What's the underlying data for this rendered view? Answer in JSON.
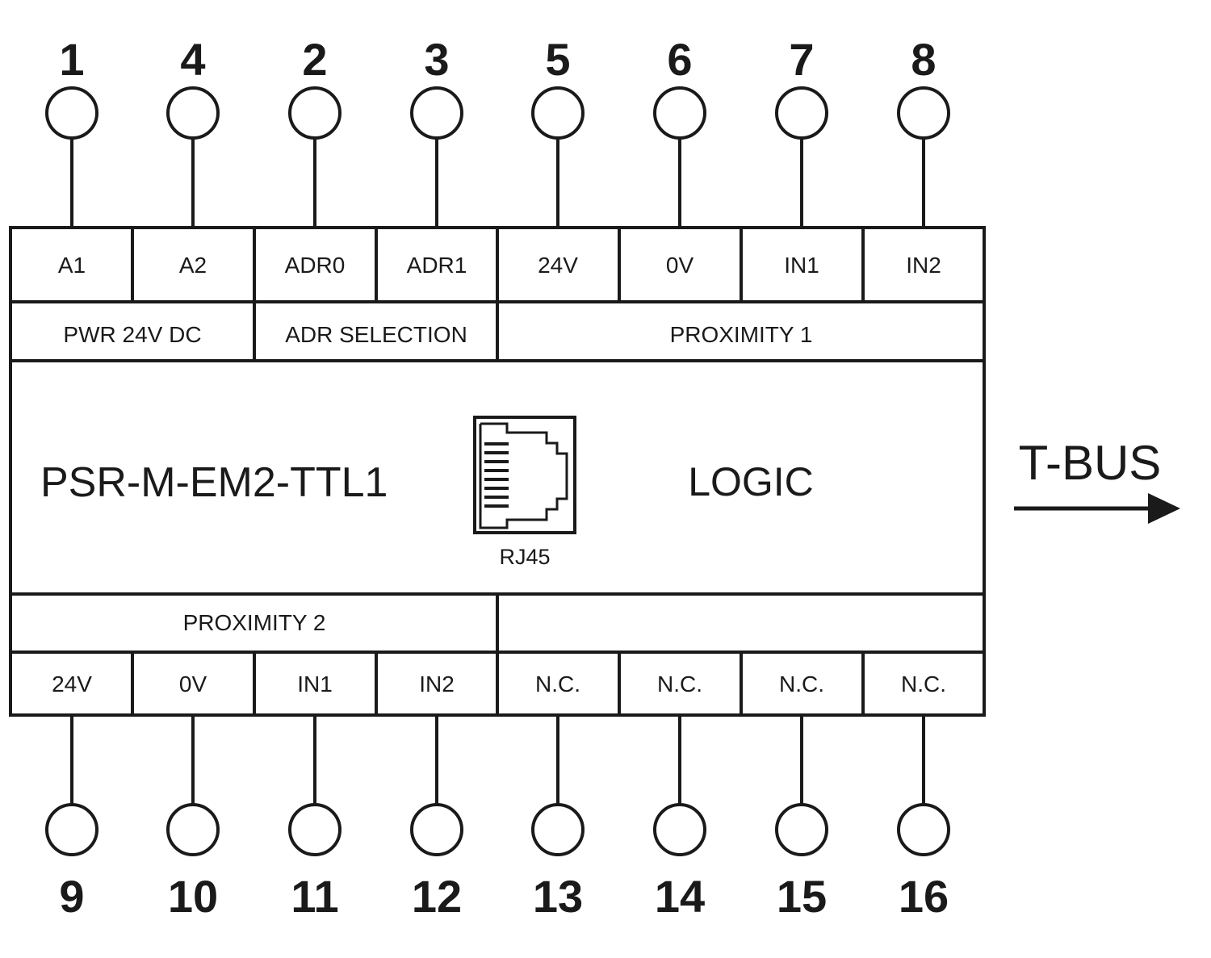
{
  "top_terminals": [
    {
      "number": "1",
      "label": "A1"
    },
    {
      "number": "4",
      "label": "A2"
    },
    {
      "number": "2",
      "label": "ADR0"
    },
    {
      "number": "3",
      "label": "ADR1"
    },
    {
      "number": "5",
      "label": "24V"
    },
    {
      "number": "6",
      "label": "0V"
    },
    {
      "number": "7",
      "label": "IN1"
    },
    {
      "number": "8",
      "label": "IN2"
    }
  ],
  "top_groups": [
    {
      "label": "PWR 24V DC",
      "span": 2
    },
    {
      "label": "ADR SELECTION",
      "span": 2
    },
    {
      "label": "PROXIMITY 1",
      "span": 4
    }
  ],
  "module": {
    "name": "PSR-M-EM2-TTL1",
    "connector_label": "RJ45",
    "logic_label": "LOGIC"
  },
  "bottom_groups": [
    {
      "label": "PROXIMITY 2",
      "span": 4
    },
    {
      "label": "",
      "span": 4
    }
  ],
  "bottom_terminals": [
    {
      "number": "9",
      "label": "24V"
    },
    {
      "number": "10",
      "label": "0V"
    },
    {
      "number": "11",
      "label": "IN1"
    },
    {
      "number": "12",
      "label": "IN2"
    },
    {
      "number": "13",
      "label": "N.C."
    },
    {
      "number": "14",
      "label": "N.C."
    },
    {
      "number": "15",
      "label": "N.C."
    },
    {
      "number": "16",
      "label": "N.C."
    }
  ],
  "bus": {
    "label": "T-BUS"
  }
}
